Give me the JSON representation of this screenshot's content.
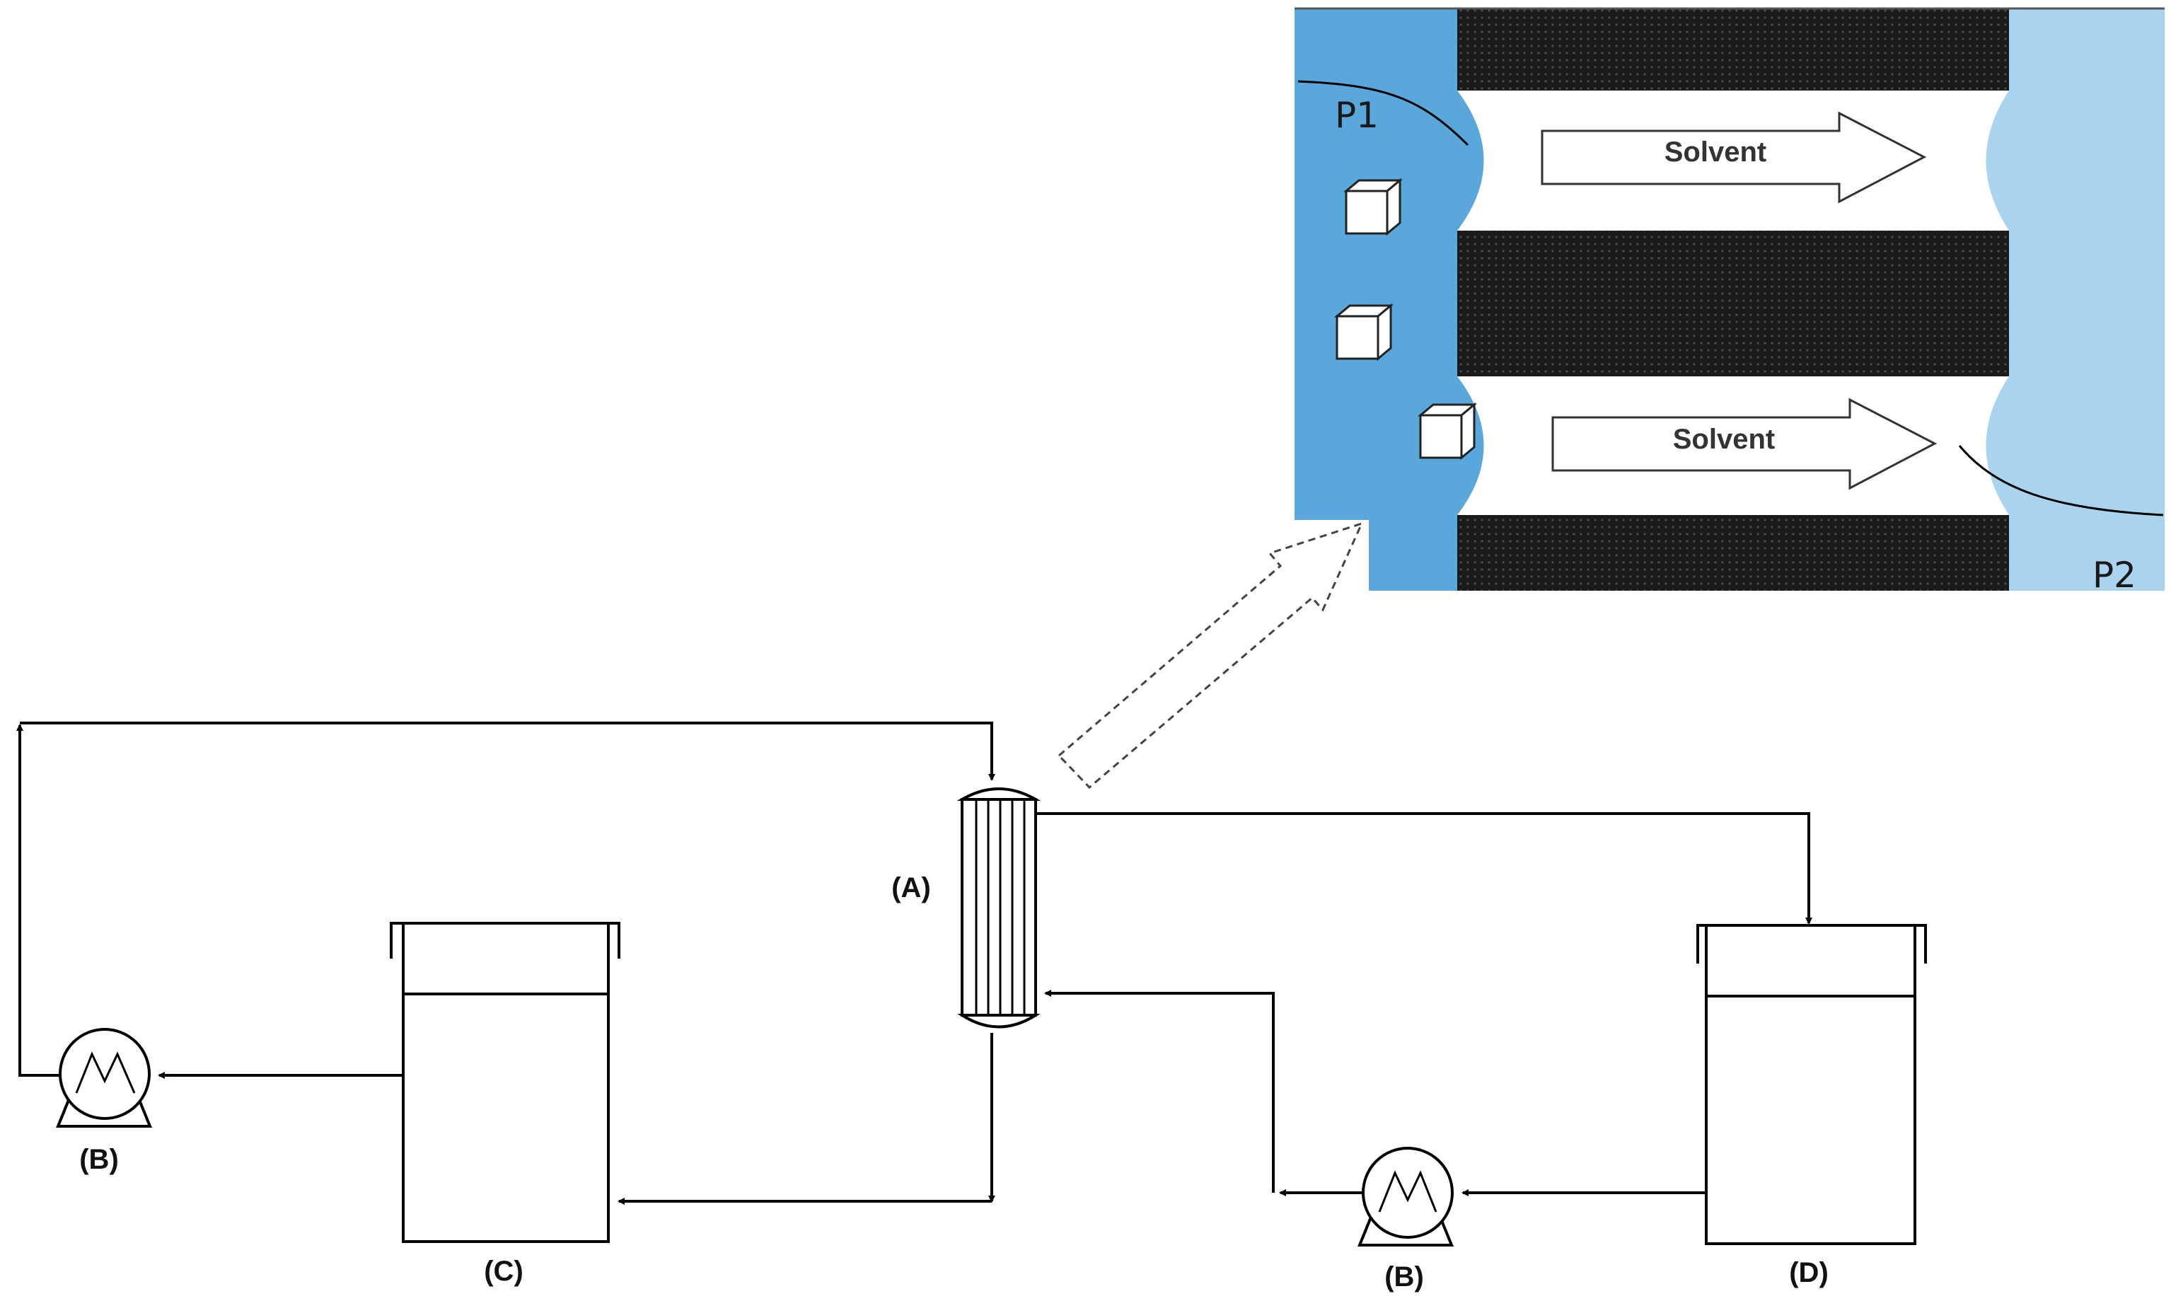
{
  "labels": {
    "module": "(A)",
    "pump_left": "(B)",
    "pump_right": "(B)",
    "tank_feed": "(C)",
    "tank_draw": "(D)"
  },
  "inset": {
    "pressure_left": "P1",
    "pressure_right": "P2",
    "flow_top": "Solvent",
    "flow_bottom": "Solvent"
  },
  "colors": {
    "feed_side": "#5aa7dc",
    "permeate_side": "#a9d3ef",
    "membrane": "#1b1b1b"
  }
}
